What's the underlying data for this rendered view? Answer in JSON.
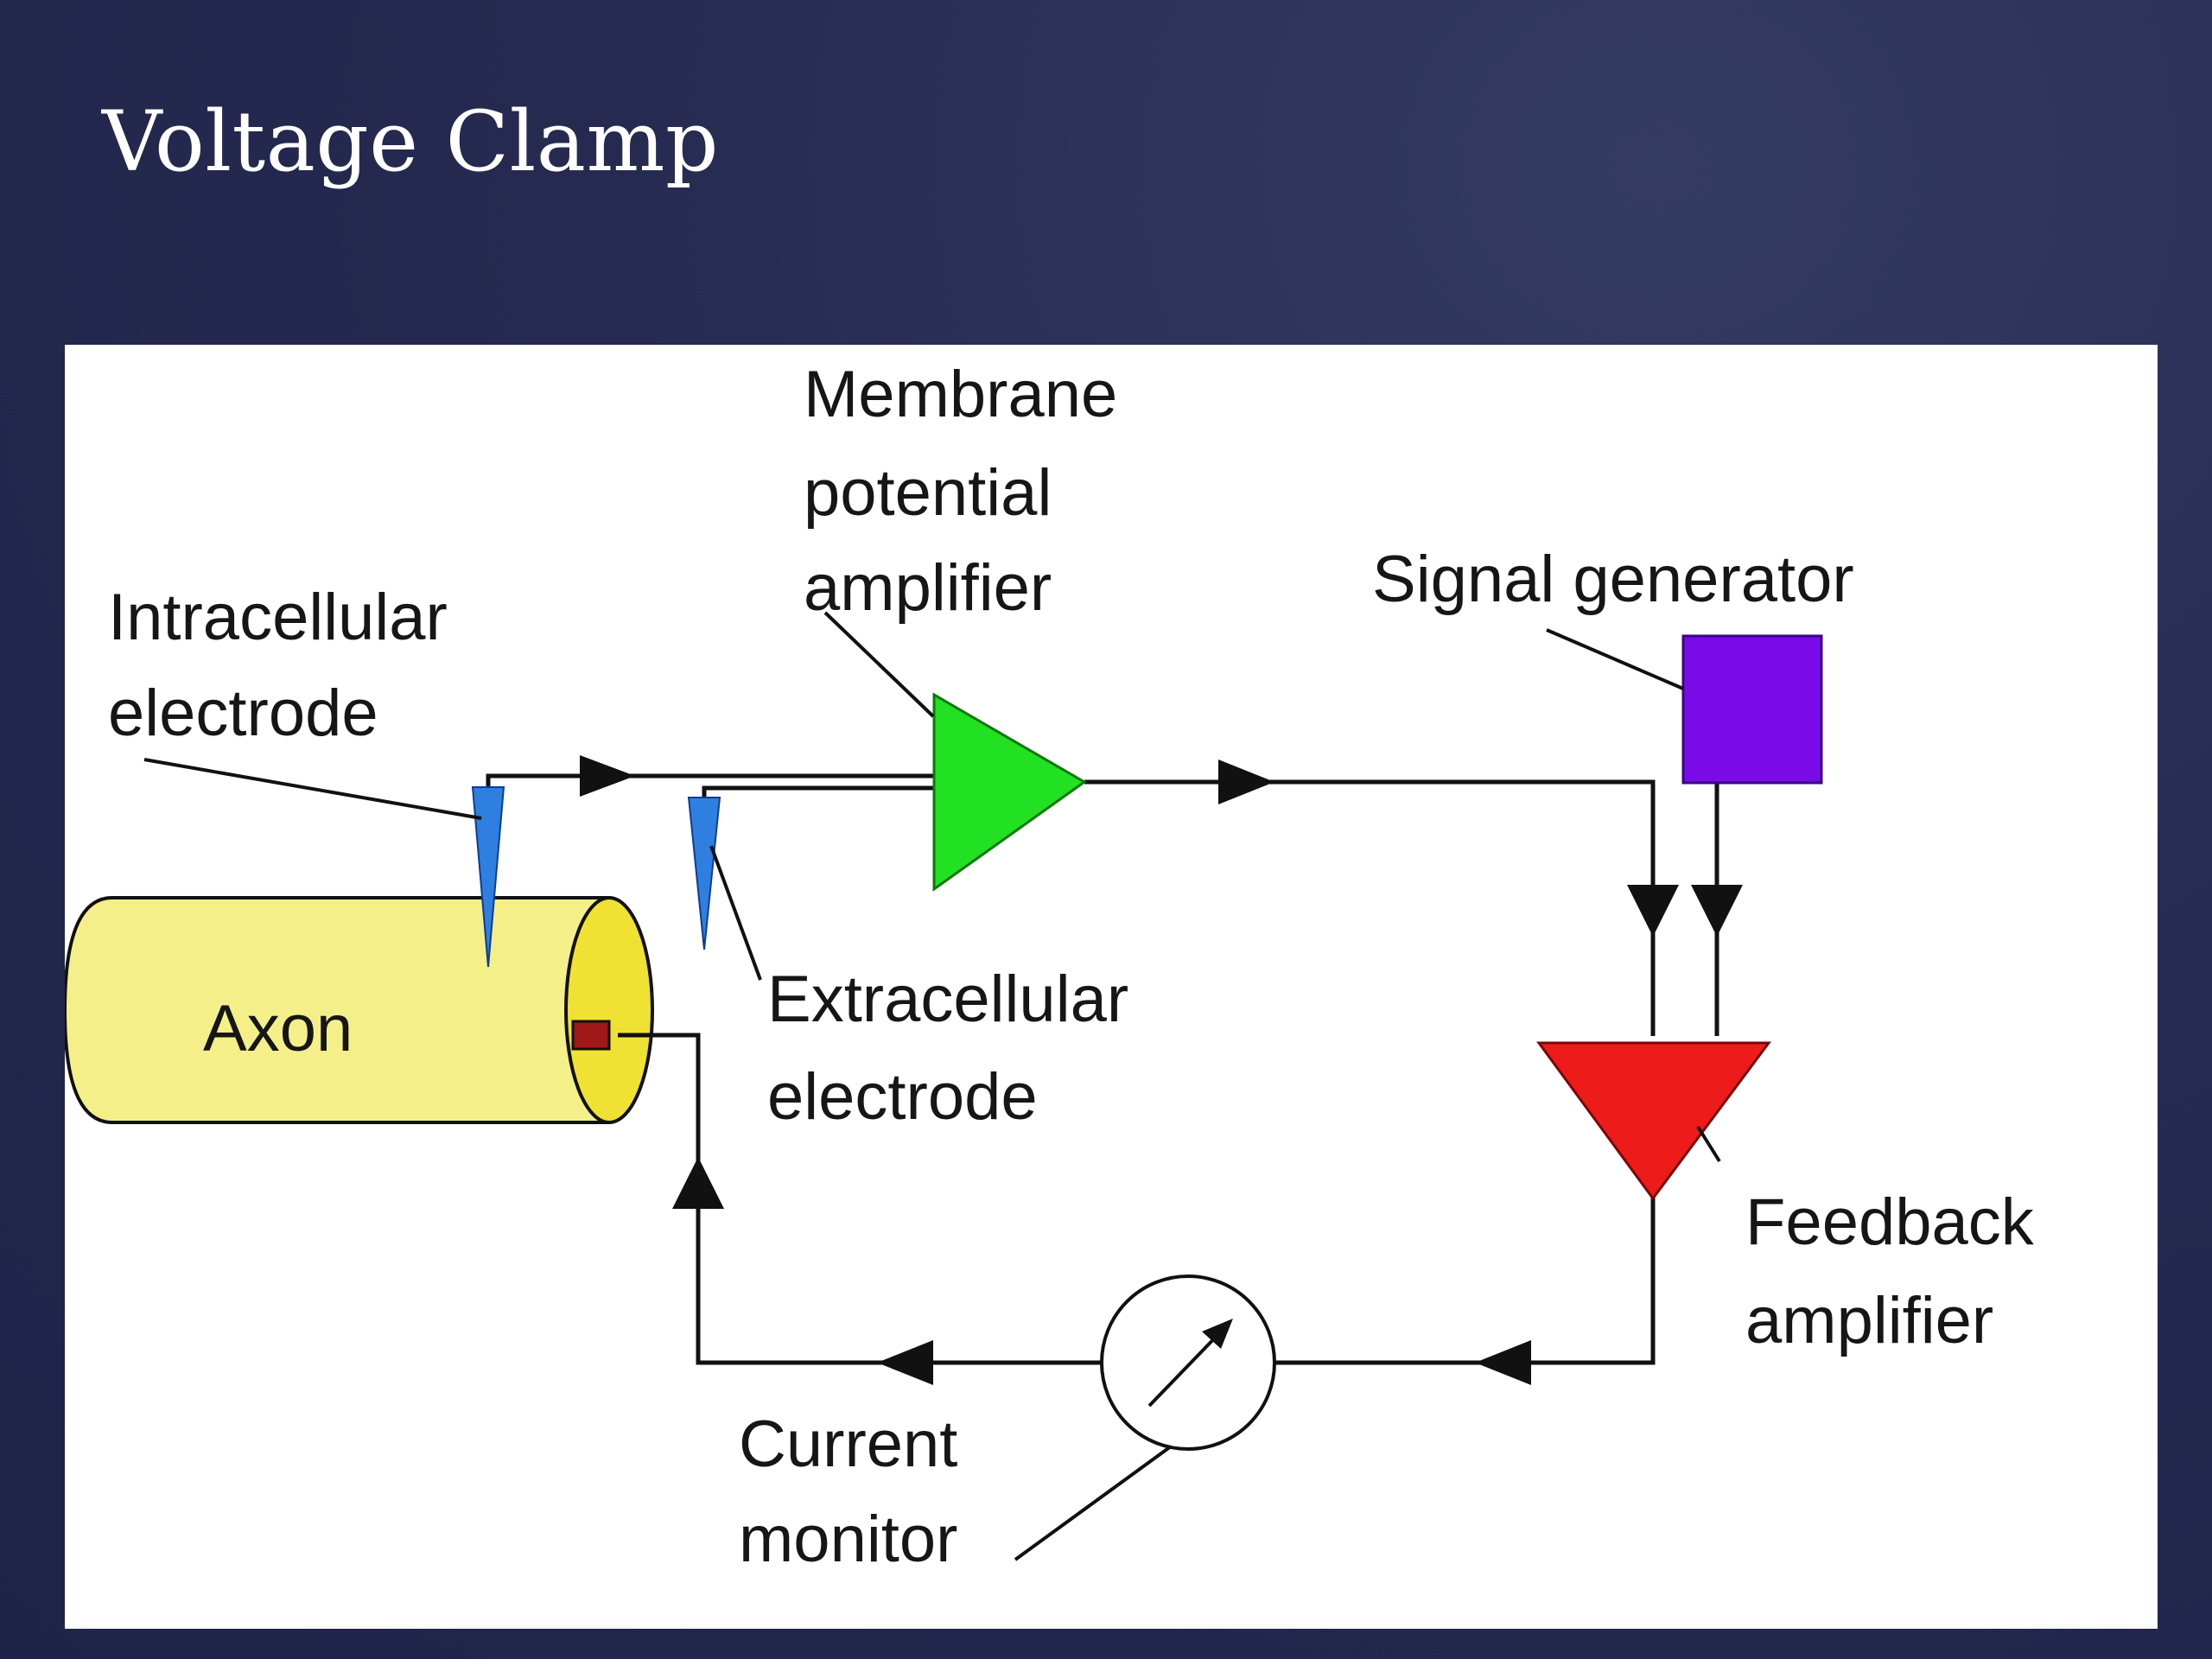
{
  "slide": {
    "title": "Voltage Clamp"
  },
  "diagram": {
    "labels": {
      "intracellular_electrode": [
        "Intracellular",
        "electrode"
      ],
      "membrane_potential_amplifier": [
        "Membrane",
        "potential",
        "amplifier"
      ],
      "signal_generator": [
        "Signal generator"
      ],
      "axon": [
        "Axon"
      ],
      "extracellular_electrode": [
        "Extracellular",
        "electrode"
      ],
      "feedback_amplifier": [
        "Feedback",
        "amplifier"
      ],
      "current_monitor": [
        "Current",
        "monitor"
      ]
    },
    "colors": {
      "axon_fill": "#f5ef8a",
      "axon_end_fill": "#f0e232",
      "electrode": "#2e7fe0",
      "membrane_amplifier": "#22e022",
      "signal_generator": "#7a0be8",
      "feedback_amplifier": "#ee1b1b",
      "contact_pad": "#a01818",
      "wire": "#111111"
    }
  }
}
